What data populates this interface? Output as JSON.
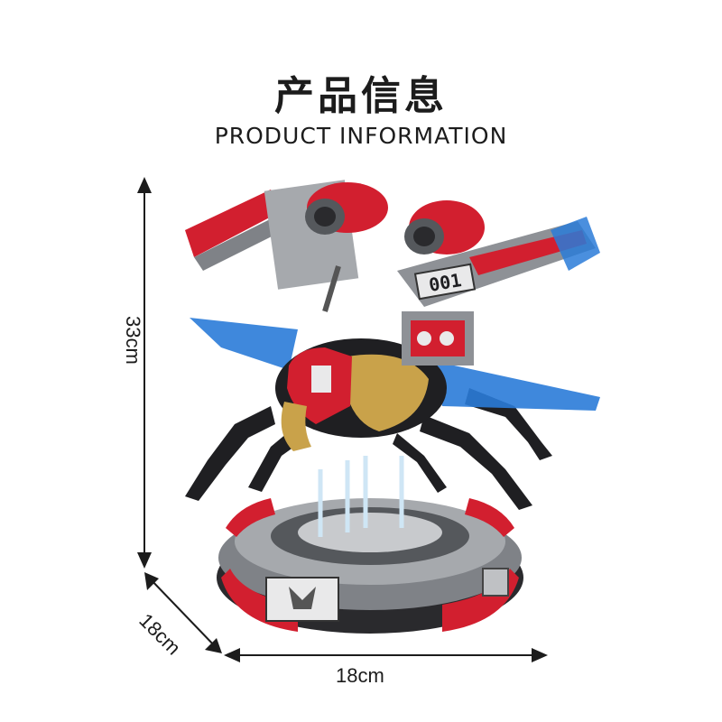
{
  "header": {
    "title_cn": "产品信息",
    "title_en": "PRODUCT INFORMATION"
  },
  "dimensions": {
    "height": "33cm",
    "depth": "18cm",
    "width": "18cm"
  },
  "product": {
    "wing_badge": "001"
  },
  "colors": {
    "red": "#d21f2f",
    "gray": "#8e9196",
    "dark": "#1f1f22",
    "blue": "#2a7bd8",
    "gold": "#c9a24a"
  }
}
